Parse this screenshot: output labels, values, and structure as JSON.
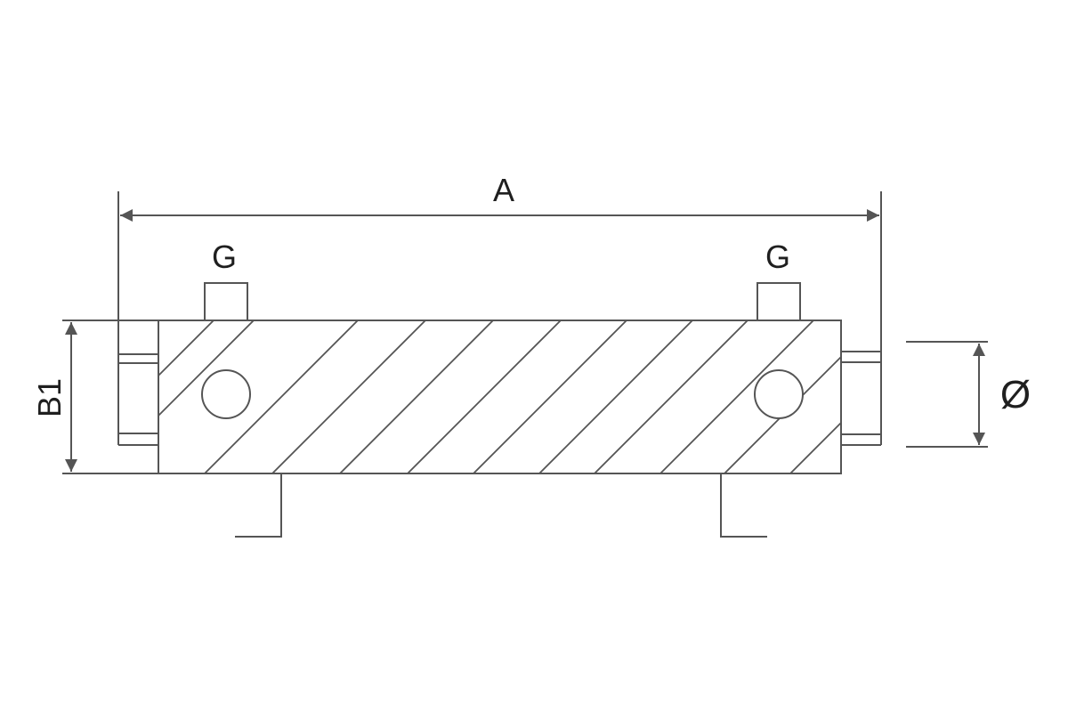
{
  "labels": {
    "length": "A",
    "height": "B1",
    "port_left": "G",
    "port_right": "G",
    "diameter": "Ø"
  },
  "colors": {
    "line": "#555555",
    "text": "#1f1f1f",
    "background": "#ffffff"
  }
}
